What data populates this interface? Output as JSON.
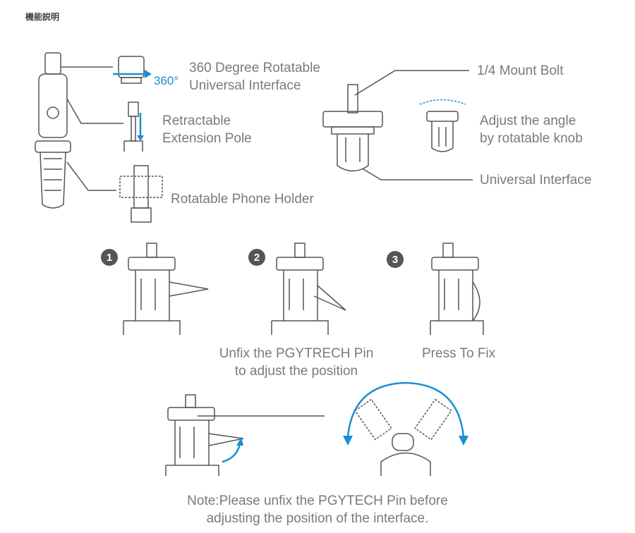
{
  "header": {
    "title": "機能説明"
  },
  "labels": {
    "rotatable_line1": "360 Degree Rotatable",
    "rotatable_line2": "Universal Interface",
    "degree": "360°",
    "retractable_line1": "Retractable",
    "retractable_line2": "Extension Pole",
    "phone_holder": "Rotatable Phone Holder",
    "mount_bolt": "1/4 Mount Bolt",
    "adjust_line1": "Adjust the angle",
    "adjust_line2": "by rotatable knob",
    "universal_interface": "Universal Interface"
  },
  "steps": [
    {
      "number": "1"
    },
    {
      "number": "2"
    },
    {
      "number": "3"
    }
  ],
  "captions": {
    "unfix_line1": "Unfix the PGYTRECH Pin",
    "unfix_line2": "to adjust the position",
    "press_to_fix": "Press To Fix",
    "note_line1": "Note:Please unfix the PGYTECH Pin before",
    "note_line2": "adjusting the position of the interface."
  },
  "colors": {
    "accent": "#1a8fd6",
    "line": "#555555",
    "text": "#7a7a7a"
  }
}
